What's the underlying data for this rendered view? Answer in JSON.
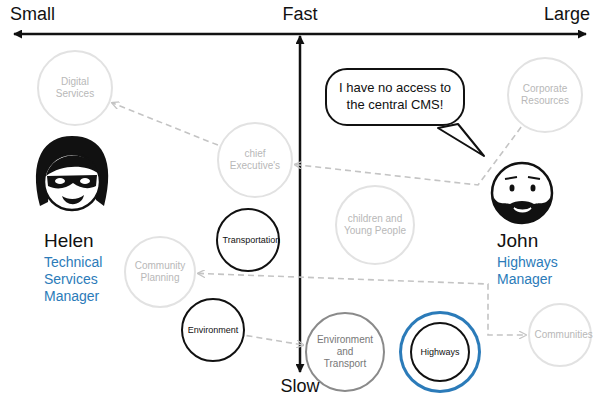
{
  "diagram": {
    "nodes": [
      {
        "text": [
          "Digital Services"
        ]
      },
      {
        "text": [
          "Corporate Resources"
        ]
      },
      {
        "text": [
          "I have no access to the central CMS!"
        ]
      },
      {
        "text": [
          "chief Executive's"
        ]
      },
      {
        "text": [
          "children and Young People"
        ]
      },
      {
        "text": [
          "Transportation"
        ]
      },
      {
        "text": [
          "Community Planning"
        ]
      },
      {
        "text": [
          "Communities"
        ]
      },
      {
        "text": [
          "Environment"
        ]
      },
      {
        "text": [
          "Environment and Transport"
        ]
      },
      {
        "text": [
          "Highways"
        ]
      }
    ],
    "edges": [
      {
        "from": 3,
        "to": 0,
        "arrow": "to"
      },
      {
        "from": 1,
        "to": 3,
        "arrow": "to"
      },
      {
        "from": 6,
        "to": 7,
        "arrow": "both"
      },
      {
        "from": 8,
        "to": 9,
        "arrow": "to"
      }
    ],
    "labels": [
      "Small",
      "Fast",
      "Large",
      "Slow",
      "Helen",
      "Technical Services Manager",
      "John",
      "Highways Manager"
    ]
  }
}
